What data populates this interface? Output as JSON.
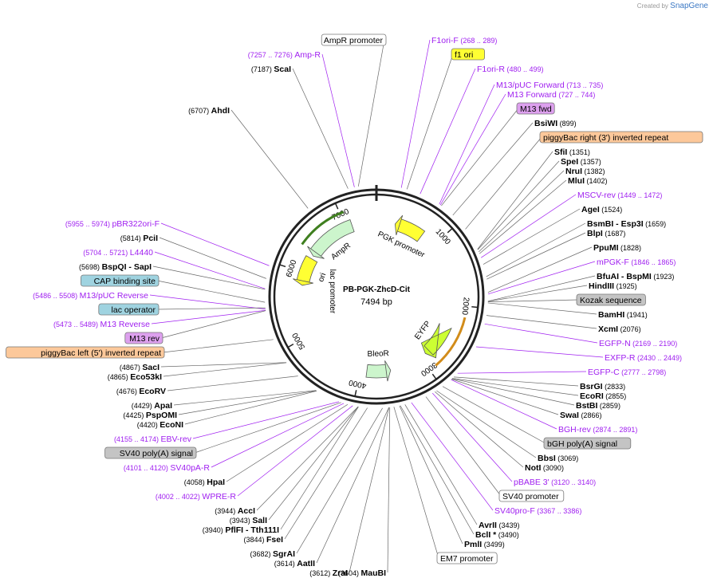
{
  "credit": {
    "prefix": "Created by",
    "brand": "SnapGene"
  },
  "plasmid": {
    "name": "PB-PGK-ZhcD-Cit",
    "size_label": "7494 bp",
    "length": 7494
  },
  "ticks": [
    {
      "label": "1000",
      "pos": 1000
    },
    {
      "label": "2000",
      "pos": 2000
    },
    {
      "label": "3000",
      "pos": 3000
    },
    {
      "label": "4000",
      "pos": 4000
    },
    {
      "label": "5000",
      "pos": 5000
    },
    {
      "label": "6000",
      "pos": 6000
    },
    {
      "label": "7000",
      "pos": 7000
    }
  ],
  "features": [
    {
      "label": "AmpR",
      "start": 6300,
      "end": 7100,
      "dir": "ccw",
      "color": "#ccf5cc",
      "label_inside": true
    },
    {
      "label": "ori",
      "start": 5800,
      "end": 6250,
      "dir": "ccw",
      "color": "#ffff33",
      "label_inside": true
    },
    {
      "label": "PGK promoter",
      "start": 300,
      "end": 760,
      "dir": "ccw",
      "color": "#ffff33",
      "label_inside": true
    },
    {
      "label": "EYFP",
      "start": 2350,
      "end": 2900,
      "dir": "cw",
      "color": "#ccff33",
      "label_inside": true
    },
    {
      "label": "BleoR",
      "start": 3520,
      "end": 3900,
      "dir": "ccw",
      "color": "#ccf5cc",
      "label_inside": true
    }
  ],
  "inner_labels": [
    {
      "label": "lac promoter"
    }
  ],
  "sites": [
    {
      "name": "AmpR promoter",
      "kind": "box",
      "box_color": "#ffffff",
      "side": "L"
    },
    {
      "name": "Amp-R",
      "pos_text": "(7257 .. 7276)",
      "kind": "primer",
      "side": "L"
    },
    {
      "name": "ScaI",
      "pos_text": "(7187)",
      "kind": "enzyme",
      "side": "L"
    },
    {
      "name": "AhdI",
      "pos_text": "(6707)",
      "kind": "enzyme",
      "side": "L"
    },
    {
      "name": "pBR322ori-F",
      "pos_text": "(5955 .. 5974)",
      "kind": "primer",
      "side": "L"
    },
    {
      "name": "PciI",
      "pos_text": "(5814)",
      "kind": "enzyme",
      "side": "L"
    },
    {
      "name": "L4440",
      "pos_text": "(5704 .. 5721)",
      "kind": "primer",
      "side": "L"
    },
    {
      "name": "BspQI",
      "pos_text": "(5698)",
      "extra": "- SapI",
      "kind": "enzyme",
      "side": "L"
    },
    {
      "name": "CAP binding site",
      "kind": "box",
      "box_color": "#9fd3e0",
      "side": "L"
    },
    {
      "name": "M13/pUC Reverse",
      "pos_text": "(5486 .. 5508)",
      "kind": "primer",
      "side": "L"
    },
    {
      "name": "lac operator",
      "kind": "box",
      "box_color": "#9fd3e0",
      "side": "L"
    },
    {
      "name": "M13 Reverse",
      "pos_text": "(5473 .. 5489)",
      "kind": "primer",
      "side": "L"
    },
    {
      "name": "M13 rev",
      "kind": "box",
      "box_color": "#dda0ee",
      "side": "L"
    },
    {
      "name": "piggyBac left (5') inverted repeat",
      "kind": "box",
      "box_color": "#fcc89a",
      "side": "L"
    },
    {
      "name": "SacI",
      "pos_text": "(4867)",
      "kind": "enzyme",
      "side": "L"
    },
    {
      "name": "Eco53kI",
      "pos_text": "(4865)",
      "kind": "enzyme",
      "side": "L"
    },
    {
      "name": "EcoRV",
      "pos_text": "(4676)",
      "kind": "enzyme",
      "side": "L"
    },
    {
      "name": "ApaI",
      "pos_text": "(4429)",
      "kind": "enzyme",
      "side": "L"
    },
    {
      "name": "PspOMI",
      "pos_text": "(4425)",
      "kind": "enzyme",
      "side": "L"
    },
    {
      "name": "EcoNI",
      "pos_text": "(4420)",
      "kind": "enzyme",
      "side": "L"
    },
    {
      "name": "EBV-rev",
      "pos_text": "(4155 .. 4174)",
      "kind": "primer",
      "side": "L"
    },
    {
      "name": "SV40 poly(A) signal",
      "kind": "box",
      "box_color": "#c4c4c4",
      "side": "L"
    },
    {
      "name": "SV40pA-R",
      "pos_text": "(4101 .. 4120)",
      "kind": "primer",
      "side": "L"
    },
    {
      "name": "HpaI",
      "pos_text": "(4058)",
      "kind": "enzyme",
      "side": "L"
    },
    {
      "name": "WPRE-R",
      "pos_text": "(4002 .. 4022)",
      "kind": "primer",
      "side": "L"
    },
    {
      "name": "AccI",
      "pos_text": "(3944)",
      "kind": "enzyme",
      "side": "L"
    },
    {
      "name": "SalI",
      "pos_text": "(3943)",
      "kind": "enzyme",
      "side": "L"
    },
    {
      "name": "PflFI",
      "pos_text": "(3940)",
      "extra": "- Tth111I",
      "kind": "enzyme",
      "side": "L"
    },
    {
      "name": "FseI",
      "pos_text": "(3844)",
      "kind": "enzyme",
      "side": "L"
    },
    {
      "name": "SgrAI",
      "pos_text": "(3682)",
      "kind": "enzyme",
      "side": "L"
    },
    {
      "name": "AatII",
      "pos_text": "(3614)",
      "kind": "enzyme",
      "side": "L"
    },
    {
      "name": "ZraI",
      "pos_text": "(3612)",
      "kind": "enzyme",
      "side": "L"
    },
    {
      "name": "MauBI",
      "pos_text": "(3604)",
      "kind": "enzyme",
      "side": "L"
    },
    {
      "name": "EM7 promoter",
      "kind": "box",
      "box_color": "#ffffff",
      "side": "R"
    },
    {
      "name": "F1ori-F",
      "pos_text": "(268 .. 289)",
      "kind": "primer",
      "side": "R"
    },
    {
      "name": "f1 ori",
      "kind": "box",
      "box_color": "#ffff33",
      "side": "R"
    },
    {
      "name": "F1ori-R",
      "pos_text": "(480 .. 499)",
      "kind": "primer",
      "side": "R"
    },
    {
      "name": "M13/pUC Forward",
      "pos_text": "(713 .. 735)",
      "kind": "primer",
      "side": "R"
    },
    {
      "name": "M13 Forward",
      "pos_text": "(727 .. 744)",
      "kind": "primer",
      "side": "R"
    },
    {
      "name": "M13 fwd",
      "kind": "box",
      "box_color": "#dda0ee",
      "side": "R"
    },
    {
      "name": "BsiWI",
      "pos_text": "(899)",
      "kind": "enzyme",
      "side": "R"
    },
    {
      "name": "piggyBac right (3') inverted repeat",
      "kind": "box",
      "box_color": "#fcc89a",
      "side": "R"
    },
    {
      "name": "SfiI",
      "pos_text": "(1351)",
      "kind": "enzyme",
      "side": "R"
    },
    {
      "name": "SpeI",
      "pos_text": "(1357)",
      "kind": "enzyme",
      "side": "R"
    },
    {
      "name": "NruI",
      "pos_text": "(1382)",
      "kind": "enzyme",
      "side": "R"
    },
    {
      "name": "MluI",
      "pos_text": "(1402)",
      "kind": "enzyme",
      "side": "R"
    },
    {
      "name": "MSCV-rev",
      "pos_text": "(1449 .. 1472)",
      "kind": "primer",
      "side": "R"
    },
    {
      "name": "AgeI",
      "pos_text": "(1524)",
      "kind": "enzyme",
      "side": "R"
    },
    {
      "name": "BsmBI",
      "pos_text": "(1659)",
      "extra": "- Esp3I",
      "kind": "enzyme",
      "side": "R"
    },
    {
      "name": "BlpI",
      "pos_text": "(1687)",
      "kind": "enzyme",
      "side": "R"
    },
    {
      "name": "PpuMI",
      "pos_text": "(1828)",
      "kind": "enzyme",
      "side": "R"
    },
    {
      "name": "mPGK-F",
      "pos_text": "(1846 .. 1865)",
      "kind": "primer",
      "side": "R"
    },
    {
      "name": "BfuAI",
      "pos_text": "(1923)",
      "extra": "- BspMI",
      "kind": "enzyme",
      "side": "R"
    },
    {
      "name": "HindIII",
      "pos_text": "(1925)",
      "kind": "enzyme",
      "side": "R"
    },
    {
      "name": "Kozak sequence",
      "kind": "box",
      "box_color": "#c4c4c4",
      "side": "R"
    },
    {
      "name": "BamHI",
      "pos_text": "(1941)",
      "kind": "enzyme",
      "side": "R"
    },
    {
      "name": "XcmI",
      "pos_text": "(2076)",
      "kind": "enzyme",
      "side": "R"
    },
    {
      "name": "EGFP-N",
      "pos_text": "(2169 .. 2190)",
      "kind": "primer",
      "side": "R"
    },
    {
      "name": "EXFP-R",
      "pos_text": "(2430 .. 2449)",
      "kind": "primer",
      "side": "R"
    },
    {
      "name": "EGFP-C",
      "pos_text": "(2777 .. 2798)",
      "kind": "primer",
      "side": "R"
    },
    {
      "name": "BsrGI",
      "pos_text": "(2833)",
      "kind": "enzyme",
      "side": "R"
    },
    {
      "name": "EcoRI",
      "pos_text": "(2855)",
      "kind": "enzyme",
      "side": "R"
    },
    {
      "name": "BstBI",
      "pos_text": "(2859)",
      "kind": "enzyme",
      "side": "R"
    },
    {
      "name": "SwaI",
      "pos_text": "(2866)",
      "kind": "enzyme",
      "side": "R"
    },
    {
      "name": "BGH-rev",
      "pos_text": "(2874 .. 2891)",
      "kind": "primer",
      "side": "R"
    },
    {
      "name": "bGH poly(A) signal",
      "kind": "box",
      "box_color": "#c4c4c4",
      "side": "R"
    },
    {
      "name": "BbsI",
      "pos_text": "(3069)",
      "kind": "enzyme",
      "side": "R"
    },
    {
      "name": "NotI",
      "pos_text": "(3090)",
      "kind": "enzyme",
      "side": "R"
    },
    {
      "name": "pBABE 3'",
      "pos_text": "(3120 .. 3140)",
      "kind": "primer",
      "side": "R"
    },
    {
      "name": "SV40 promoter",
      "kind": "box",
      "box_color": "#ffffff",
      "side": "R"
    },
    {
      "name": "SV40pro-F",
      "pos_text": "(3367 .. 3386)",
      "kind": "primer",
      "side": "R"
    },
    {
      "name": "AvrII",
      "pos_text": "(3439)",
      "kind": "enzyme",
      "side": "R"
    },
    {
      "name": "BclI *",
      "pos_text": "(3490)",
      "kind": "enzyme",
      "side": "R"
    },
    {
      "name": "PmlI",
      "pos_text": "(3499)",
      "kind": "enzyme",
      "side": "R"
    }
  ]
}
